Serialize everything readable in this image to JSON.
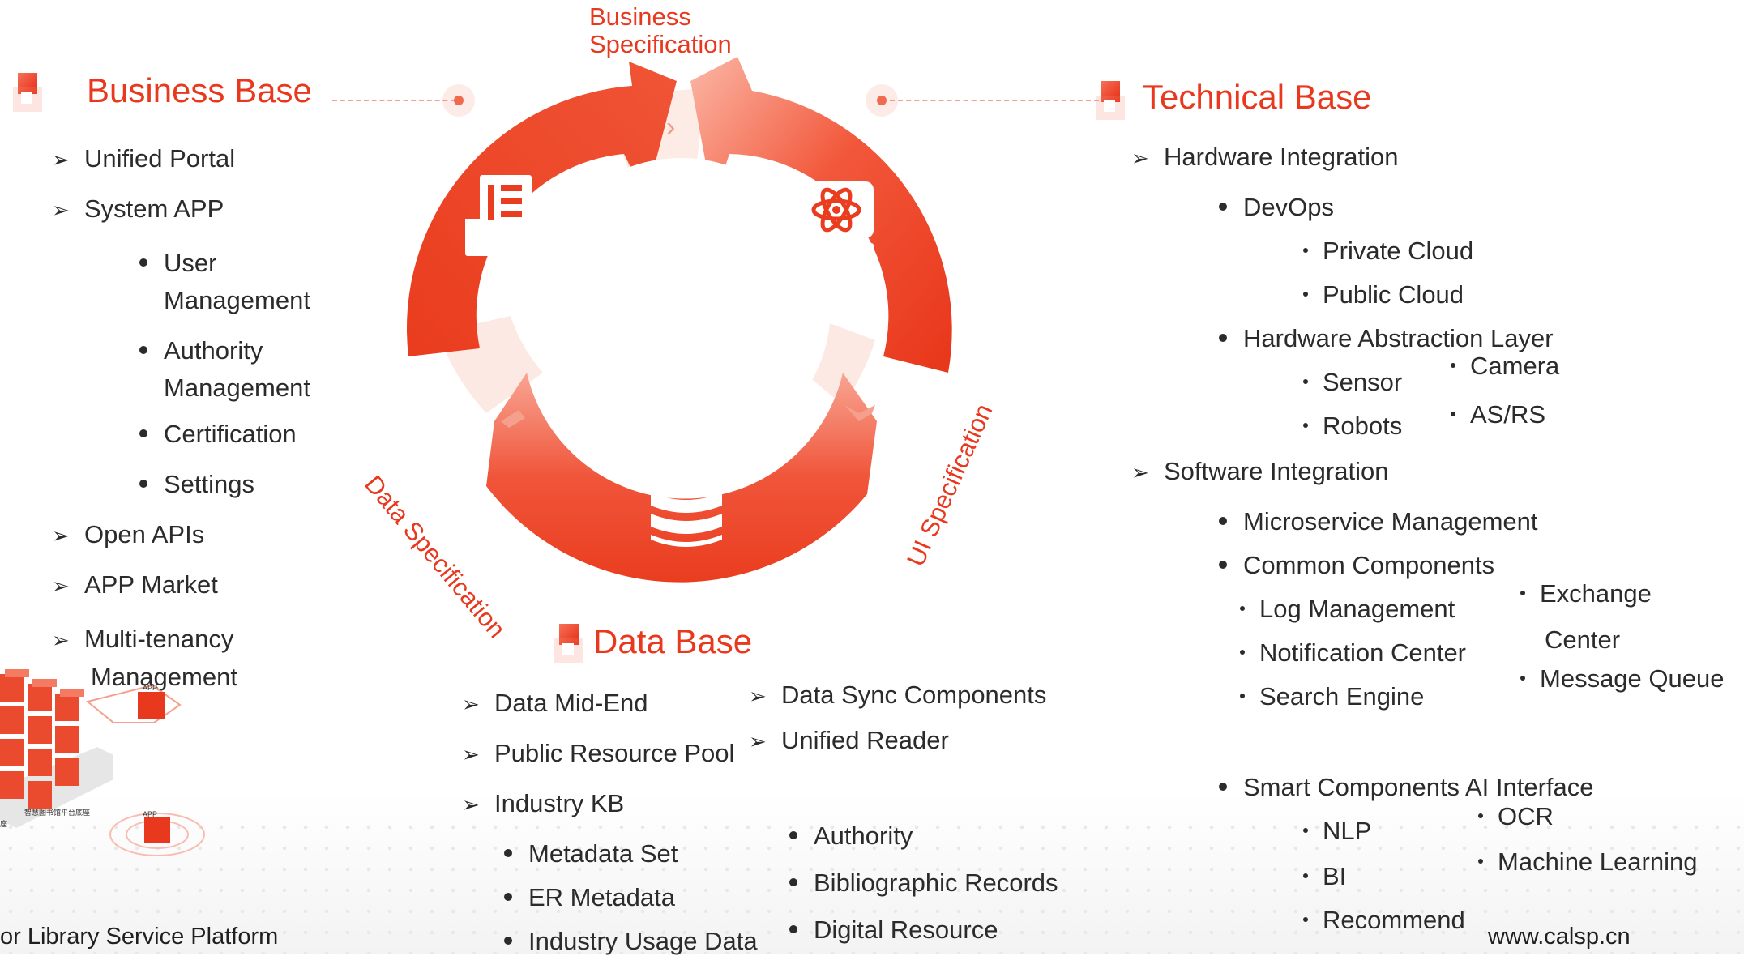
{
  "business": {
    "title": "Business Base",
    "items": [
      "Unified Portal",
      "System APP",
      "Open APIs",
      "APP Market",
      "Multi-tenancy Management"
    ],
    "multi_line1": "Multi-tenancy",
    "multi_line2": "Management",
    "sub": {
      "user1": "User",
      "user2": "Management",
      "auth1": "Authority",
      "auth2": "Management",
      "cert": "Certification",
      "settings": "Settings"
    }
  },
  "technical": {
    "title": "Technical Base",
    "hardware": "Hardware Integration",
    "devops": "DevOps",
    "private_cloud": "Private Cloud",
    "public_cloud": "Public Cloud",
    "hal": "Hardware Abstraction Layer",
    "camera": "Camera",
    "sensor": "Sensor",
    "asrs": "AS/RS",
    "robots": "Robots",
    "software": "Software Integration",
    "microservice": "Microservice Management",
    "common": "Common Components",
    "exchange1": "Exchange",
    "exchange2": "Center",
    "log": "Log Management",
    "notification": "Notification Center",
    "mq": "Message Queue",
    "search": "Search Engine",
    "smart": "Smart Components AI Interface",
    "ocr": "OCR",
    "nlp": "NLP",
    "ml": "Machine Learning",
    "bi": "BI",
    "recommend": "Recommend"
  },
  "data_base": {
    "title": "Data Base",
    "mid_end": "Data Mid-End",
    "pool": "Public Resource Pool",
    "kb": "Industry KB",
    "metadata": "Metadata Set",
    "er": "ER Metadata",
    "usage": "Industry Usage Data",
    "sync": "Data Sync Components",
    "reader": "Unified Reader",
    "authority": "Authority",
    "biblio": "Bibliographic Records",
    "digital": "Digital Resource"
  },
  "specs": {
    "business1": "Business",
    "business2": "Specification",
    "data": "Data Specification",
    "ui": "UI Specification"
  },
  "illustration": {
    "app1": "APP",
    "app2": "APP",
    "base_label": "智慧图书馆平台底座",
    "edge_label": "座"
  },
  "footer": {
    "left": "or Library Service Platform",
    "right": "www.calsp.cn"
  },
  "colors": {
    "accent": "#e8391e",
    "accent_light": "#f9967f",
    "text": "#2b2b2b"
  },
  "icons": [
    "document-icon",
    "atom-icon",
    "database-icon"
  ]
}
